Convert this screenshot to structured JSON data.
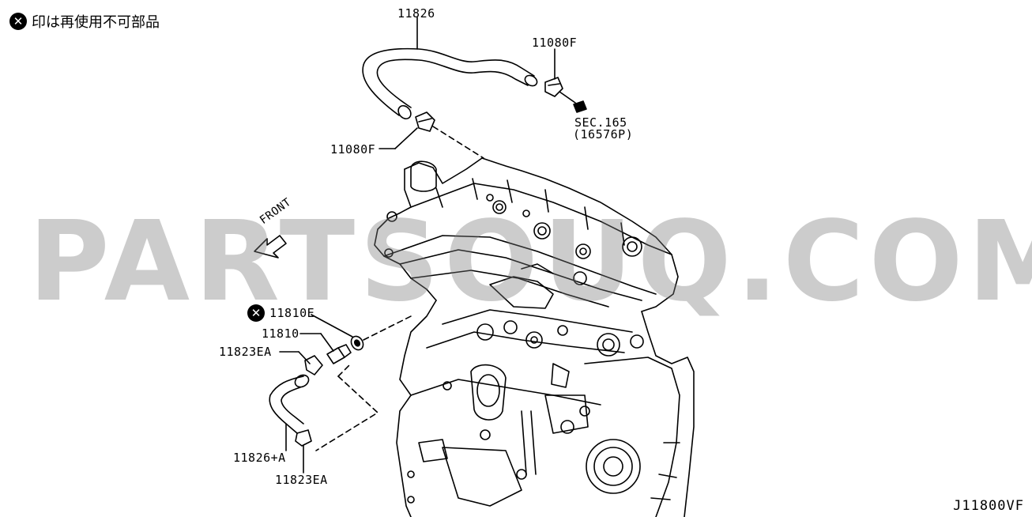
{
  "note": {
    "mark": "✕",
    "text": "印は再使用不可部品"
  },
  "watermark": "PARTSOUQ.COM",
  "front_label": "FRONT",
  "parts": {
    "hose_top": "11826",
    "clamp_top_right": "11080F",
    "clamp_top_left": "11080F",
    "sec_ref": "SEC.165",
    "sec_ref_sub": "(16576P)",
    "gasket": "11810E",
    "valve": "11810",
    "clamp_mid": "11823EA",
    "hose_lower": "11826+A",
    "clamp_lower": "11823EA"
  },
  "diagram_code": "J11800VF",
  "colors": {
    "line": "#000000",
    "watermark": "#9a9a9a",
    "background": "#ffffff"
  }
}
